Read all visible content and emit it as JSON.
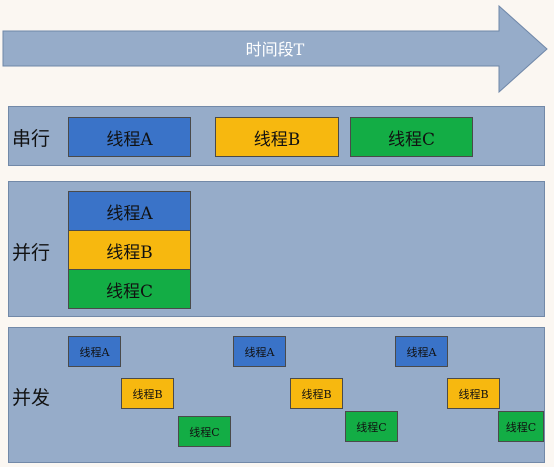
{
  "time_arrow": {
    "label": "时间段T"
  },
  "serial": {
    "label": "串行",
    "threads": [
      {
        "label": "线程A",
        "color": "#3a73c8"
      },
      {
        "label": "线程B",
        "color": "#f7b80f"
      },
      {
        "label": "线程C",
        "color": "#13ad45"
      }
    ]
  },
  "parallel": {
    "label": "并行",
    "threads": [
      {
        "label": "线程A",
        "color": "#3a73c8"
      },
      {
        "label": "线程B",
        "color": "#f7b80f"
      },
      {
        "label": "线程C",
        "color": "#13ad45"
      }
    ]
  },
  "concurrent": {
    "label": "并发",
    "slices": [
      {
        "label": "线程A",
        "color": "#3a73c8"
      },
      {
        "label": "线程B",
        "color": "#f7b80f"
      },
      {
        "label": "线程C",
        "color": "#13ad45"
      },
      {
        "label": "线程A",
        "color": "#3a73c8"
      },
      {
        "label": "线程B",
        "color": "#f7b80f"
      },
      {
        "label": "线程C",
        "color": "#13ad45"
      },
      {
        "label": "线程A",
        "color": "#3a73c8"
      },
      {
        "label": "线程B",
        "color": "#f7b80f"
      },
      {
        "label": "线程C",
        "color": "#13ad45"
      }
    ]
  }
}
